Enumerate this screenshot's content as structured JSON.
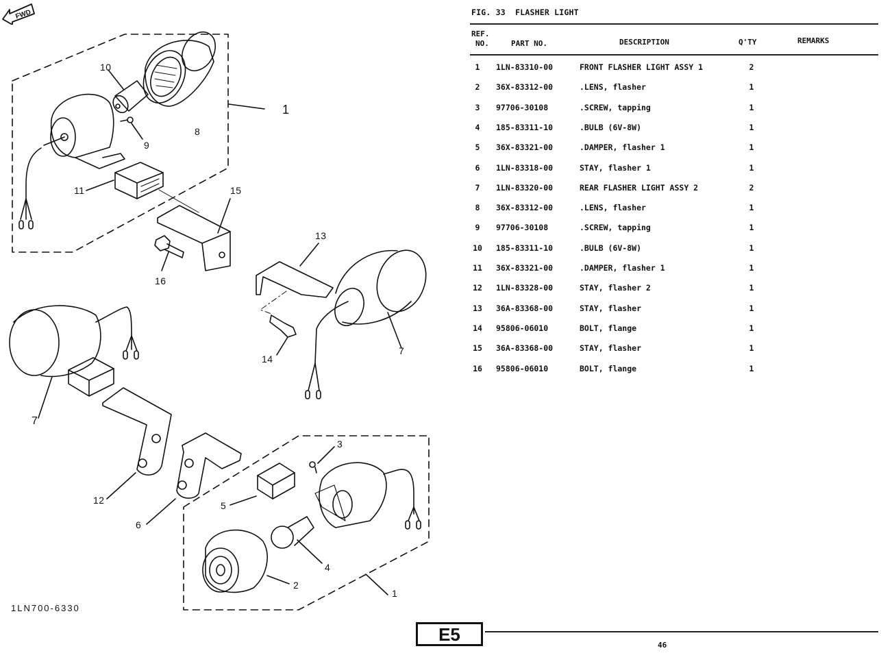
{
  "figure": {
    "title": "FIG. 33  FLASHER LIGHT",
    "code": "1LN700-6330",
    "fwd_label": "FWD",
    "section_badge": "E5",
    "page_number": "46"
  },
  "table": {
    "headers": {
      "ref_no_line1": "REF.",
      "ref_no_line2": "NO.",
      "part_no": "PART NO.",
      "description": "DESCRIPTION",
      "qty": "Q'TY",
      "remarks": "REMARKS"
    },
    "rows": [
      {
        "ref": "1",
        "part_no": "1LN-83310-00",
        "description": "FRONT FLASHER LIGHT ASSY 1",
        "qty": "2",
        "remarks": ""
      },
      {
        "ref": "2",
        "part_no": "36X-83312-00",
        "description": ".LENS, flasher",
        "qty": "1",
        "remarks": ""
      },
      {
        "ref": "3",
        "part_no": "97706-30108",
        "description": ".SCREW, tapping",
        "qty": "1",
        "remarks": ""
      },
      {
        "ref": "4",
        "part_no": "185-83311-10",
        "description": ".BULB (6V-8W)",
        "qty": "1",
        "remarks": ""
      },
      {
        "ref": "5",
        "part_no": "36X-83321-00",
        "description": ".DAMPER, flasher 1",
        "qty": "1",
        "remarks": ""
      },
      {
        "ref": "6",
        "part_no": "1LN-83318-00",
        "description": "STAY, flasher 1",
        "qty": "1",
        "remarks": ""
      },
      {
        "ref": "7",
        "part_no": "1LN-83320-00",
        "description": "REAR FLASHER LIGHT ASSY 2",
        "qty": "2",
        "remarks": ""
      },
      {
        "ref": "8",
        "part_no": "36X-83312-00",
        "description": ".LENS, flasher",
        "qty": "1",
        "remarks": ""
      },
      {
        "ref": "9",
        "part_no": "97706-30108",
        "description": ".SCREW, tapping",
        "qty": "1",
        "remarks": ""
      },
      {
        "ref": "10",
        "part_no": "185-83311-10",
        "description": ".BULB (6V-8W)",
        "qty": "1",
        "remarks": ""
      },
      {
        "ref": "11",
        "part_no": "36X-83321-00",
        "description": ".DAMPER, flasher 1",
        "qty": "1",
        "remarks": ""
      },
      {
        "ref": "12",
        "part_no": "1LN-83328-00",
        "description": "STAY, flasher 2",
        "qty": "1",
        "remarks": ""
      },
      {
        "ref": "13",
        "part_no": "36A-83368-00",
        "description": "STAY, flasher",
        "qty": "1",
        "remarks": ""
      },
      {
        "ref": "14",
        "part_no": "95806-06010",
        "description": "BOLT, flange",
        "qty": "1",
        "remarks": ""
      },
      {
        "ref": "15",
        "part_no": "36A-83368-00",
        "description": "STAY, flasher",
        "qty": "1",
        "remarks": ""
      },
      {
        "ref": "16",
        "part_no": "95806-06010",
        "description": "BOLT, flange",
        "qty": "1",
        "remarks": ""
      }
    ]
  },
  "diagram": {
    "callouts": {
      "c1_top": "1",
      "c10": "10",
      "c8": "8",
      "c9": "9",
      "c11": "11",
      "c15": "15",
      "c16": "16",
      "c13": "13",
      "c14": "14",
      "c7_right": "7",
      "c7_left": "7",
      "c12": "12",
      "c6": "6",
      "c3": "3",
      "c5": "5",
      "c4": "4",
      "c2": "2",
      "c1_bottom": "1"
    }
  }
}
